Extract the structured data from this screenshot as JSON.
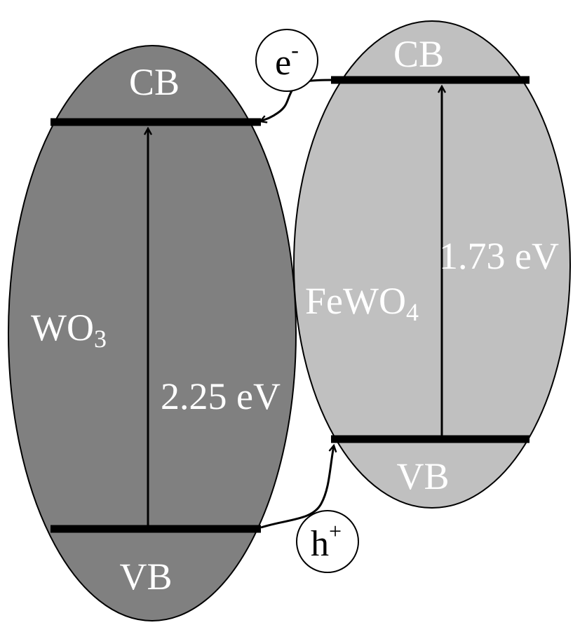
{
  "diagram": {
    "colors": {
      "left_fill": "#808080",
      "right_fill": "#c0c0c0",
      "outline": "#000000",
      "label": "#ffffff",
      "bubble_fill": "#ffffff"
    },
    "left": {
      "material_base": "WO",
      "material_sub": "3",
      "cb_label": "CB",
      "vb_label": "VB",
      "gap_label": "2.25 eV"
    },
    "right": {
      "material_base": "FeWO",
      "material_sub": "4",
      "cb_label": "CB",
      "vb_label": "VB",
      "gap_label": "1.73 eV"
    },
    "electron": {
      "base": "e",
      "sup": "-"
    },
    "hole": {
      "base": "h",
      "sup": "+"
    }
  }
}
